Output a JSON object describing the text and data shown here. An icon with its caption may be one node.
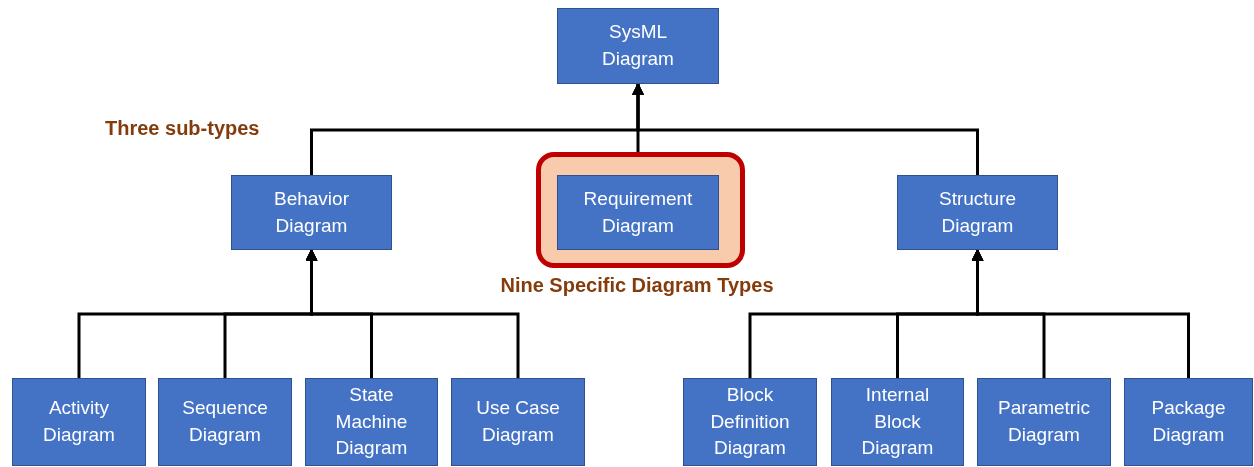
{
  "diagram": {
    "nodes": [
      {
        "text": [
          "SysML Diagram"
        ]
      },
      {
        "text": [
          "Behavior Diagram"
        ]
      },
      {
        "text": [],
        "shape": "box"
      },
      {
        "text": [
          "Requirement Diagram"
        ],
        "in": 2
      },
      {
        "text": [
          "Structure Diagram"
        ]
      },
      {
        "text": [
          "Activity Diagram"
        ]
      },
      {
        "text": [
          "Sequence Diagram"
        ]
      },
      {
        "text": [
          "State Machine Diagram"
        ]
      },
      {
        "text": [
          "Use Case Diagram"
        ]
      },
      {
        "text": [
          "Block Definition Diagram"
        ]
      },
      {
        "text": [
          "Internal Block Diagram"
        ]
      },
      {
        "text": [
          "Parametric Diagram"
        ]
      },
      {
        "text": [
          "Package Diagram"
        ]
      }
    ],
    "edges": [
      {
        "from": 1,
        "to": 0,
        "arrow": "to"
      },
      {
        "from": 3,
        "to": 0,
        "arrow": "to"
      },
      {
        "from": 4,
        "to": 0,
        "arrow": "to"
      },
      {
        "from": 5,
        "to": 1,
        "arrow": "to"
      },
      {
        "from": 6,
        "to": 1,
        "arrow": "to"
      },
      {
        "from": 7,
        "to": 1,
        "arrow": "to"
      },
      {
        "from": 8,
        "to": 1,
        "arrow": "to"
      },
      {
        "from": 9,
        "to": 4,
        "arrow": "to"
      },
      {
        "from": 10,
        "to": 4,
        "arrow": "to"
      },
      {
        "from": 11,
        "to": 4,
        "arrow": "to"
      },
      {
        "from": 12,
        "to": 4,
        "arrow": "to"
      }
    ],
    "labels": [
      "Three sub-types",
      "Nine Specific Diagram Types"
    ]
  }
}
